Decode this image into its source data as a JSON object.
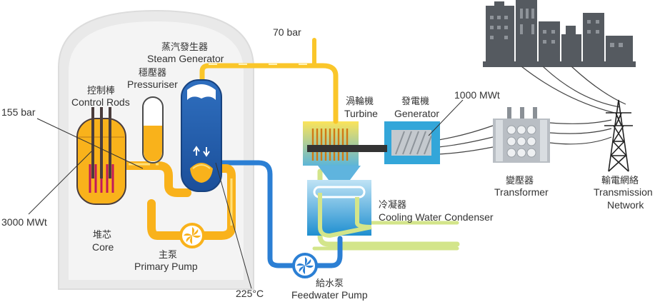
{
  "colors": {
    "containment": "#e6e6e6",
    "primary_loop": "#f9b21b",
    "primary_loop_light": "#ffe07a",
    "steam_line": "#fac62a",
    "feedwater": "#2b7fd4",
    "cooling_water": "#d7e890",
    "generator": "#33a6d9",
    "transformer": "#b7bcc2",
    "city": "#555a60",
    "control_rods": "#4a3d3d",
    "fuel": "#c2185b",
    "label": "#333333"
  },
  "labels": {
    "steam_pressure": "70 bar",
    "steam_generator_zh": "蒸汽發生器",
    "steam_generator_en": "Steam Generator",
    "pressuriser_zh": "穩壓器",
    "pressuriser_en": "Pressuriser",
    "control_rods_zh": "控制棒",
    "control_rods_en": "Control Rods",
    "primary_pressure": "155 bar",
    "thermal_power": "3000 MWt",
    "core_zh": "堆芯",
    "core_en": "Core",
    "primary_pump_zh": "主泵",
    "primary_pump_en": "Primary Pump",
    "feedwater_temp": "225°C",
    "feedwater_pump_zh": "給水泵",
    "feedwater_pump_en": "Feedwater Pump",
    "turbine_zh": "渦輪機",
    "turbine_en": "Turbine",
    "generator_zh": "發電機",
    "generator_en": "Generator",
    "electric_power": "1000 MWt",
    "condenser_zh": "冷凝器",
    "condenser_en": "Cooling Water Condenser",
    "transformer_zh": "變壓器",
    "transformer_en": "Transformer",
    "network_zh": "輸電網絡",
    "network_en_line1": "Transmission",
    "network_en_line2": "Network"
  }
}
